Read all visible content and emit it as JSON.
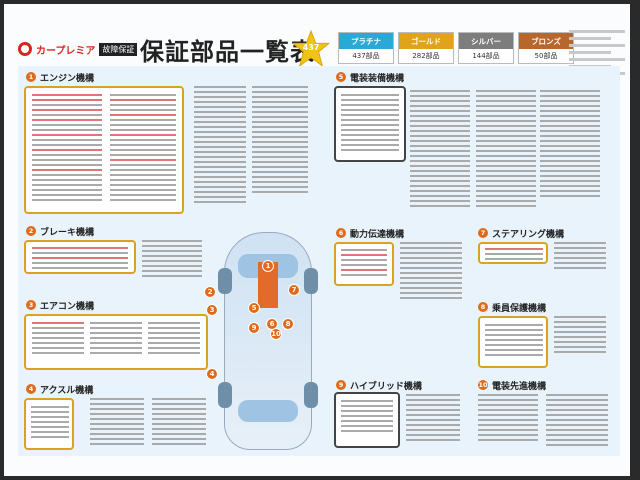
{
  "header": {
    "logo_text": "カープレミア",
    "logo_sub": "故障保証",
    "title": "保証部品一覧表",
    "badge": "437",
    "plans": [
      {
        "name": "プラチナ",
        "count": "437部品",
        "color": "#2aa8d6"
      },
      {
        "name": "ゴールド",
        "count": "282部品",
        "color": "#e0a31b"
      },
      {
        "name": "シルバー",
        "count": "144部品",
        "color": "#7d7d7d"
      },
      {
        "name": "ブロンズ",
        "count": "50部品",
        "color": "#b8672c"
      }
    ]
  },
  "sections": {
    "s1": {
      "num": "1",
      "name": "エンジン機構"
    },
    "s2": {
      "num": "2",
      "name": "ブレーキ機構"
    },
    "s3": {
      "num": "3",
      "name": "エアコン機構"
    },
    "s4": {
      "num": "4",
      "name": "アクスル機構"
    },
    "s5": {
      "num": "5",
      "name": "電装装備機構"
    },
    "s6": {
      "num": "6",
      "name": "動力伝達機構"
    },
    "s7": {
      "num": "7",
      "name": "ステアリング機構"
    },
    "s8": {
      "num": "8",
      "name": "乗員保護機構"
    },
    "s9": {
      "num": "9",
      "name": "ハイブリッド機構"
    },
    "s10": {
      "num": "10",
      "name": "電装先進機構"
    }
  },
  "car_markers": [
    "1",
    "2",
    "3",
    "4",
    "5",
    "6",
    "7",
    "8",
    "9",
    "10"
  ],
  "colors": {
    "accent": "#e06a1b",
    "panel_bg": "#e9f3fb",
    "brand_red": "#d9261c"
  }
}
